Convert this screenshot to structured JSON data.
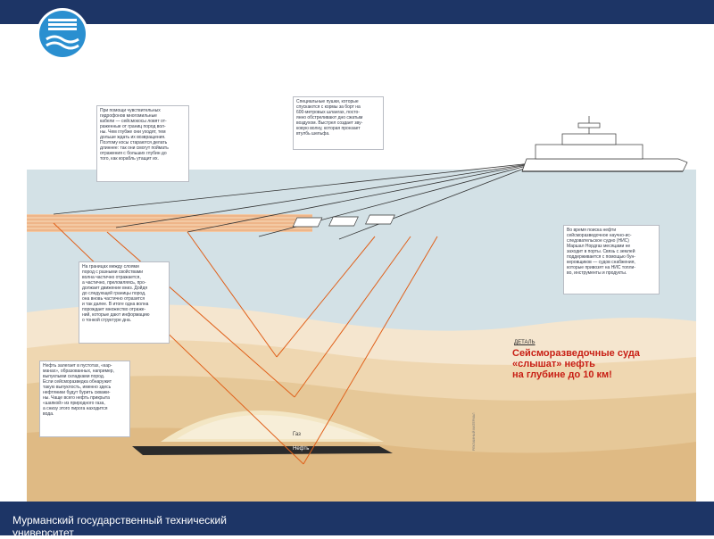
{
  "colors": {
    "header": "#1d3566",
    "sea": "#d3e1e6",
    "sand": "#f0d9b5",
    "oil": "#2b2b2b",
    "headline": "#c81e14"
  },
  "footer": {
    "text": "Мурманский государственный технический\nуниверситет"
  },
  "callouts": {
    "streamers": "При помощи чувствительных\nгидрофонов многомильные\nкабели — сейсмокосы ловят от-\nраженные от границ пород вол-\nны. Чем глубже они уходят, тем\nдольше ждать их возвращения.\nПоэтому косы стараются делать\nдлиннее: так они смогут поймать\nотражения с больших глубин до\nтого, как корабль утащит их.",
    "guns": "Специальные пушки, которые\nспускаются с кормы за борт на\n600-метровых шлангах, посто-\nянно обстреливают дно сжатым\nвоздухом. Выстрел создает зву-\nковую волну, которая пронзает\nвтулбь шельфа.",
    "vessel": "Во время поиска нефти\nсейсморазведочное научно-ис-\nследовательское судно (НИС)\nМаршал Нордгаз месяцами не\nзаходит в порты. Связь с землей\nподдерживается с помощью бун-\nкеровщиков — судов снабжения,\nкоторые привозят на НИС топли-\nво, инструменты и продукты.",
    "layers": "На границах между слоями\nпород с разными свойствами\nволна частично отражается,\nа частично, преломляясь, про-\nдолжает движение вниз. Дойдя\nдо следующей границы пород,\nона вновь частично отразится\nи так далее. В итоге одна волна\nпорождает множество отраже-\nний, которые дают информацию\nо тонкой структуре дна.",
    "oil": "Нефть залегает в пустотах, «кар-\nманах», образованных, например,\nвыпуклыми складками пород.\nЕсли сейсморазведка обнаружит\nтакую выпуклость, именно здесь\nнефтяники будут бурить скважи-\nны. Чаще всего нефть прикрыта\n«шапкой» из природного газа,\nа снизу этого пирога находится\nвода."
  },
  "headline": {
    "label": "ДЕТАЛЬ",
    "text": "Сейсморазведочные суда\n«слышат» нефть\nна глубине до 10 км!"
  },
  "layer_labels": {
    "gas": "Газ",
    "oil": "Нефть"
  },
  "credit": "РЕКЛАМНЫЙ МАТЕРИАЛ"
}
